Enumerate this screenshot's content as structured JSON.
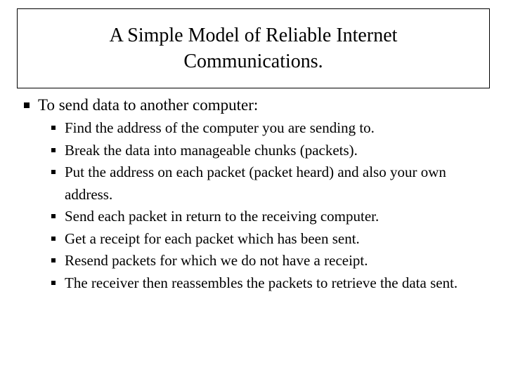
{
  "slide": {
    "title": {
      "lines": [
        "A Simple Model of Reliable Internet",
        "Communications."
      ]
    },
    "bullet_glyph": "square-bullet",
    "content": {
      "level1": {
        "text": "To send data to another computer:"
      },
      "level2": [
        {
          "text": "Find the address of the computer you are sending to."
        },
        {
          "text": "Break the data into manageable chunks (packets)."
        },
        {
          "text": "Put the address on each packet (packet heard) and also your own address."
        },
        {
          "text": "Send each packet in return to the receiving computer."
        },
        {
          "text": "Get a receipt for each packet which has been sent."
        },
        {
          "text": "Resend packets for which we do not have a receipt."
        },
        {
          "text": "The receiver then reassembles the packets to retrieve the data sent."
        }
      ]
    },
    "colors": {
      "text": "#000000",
      "background": "#ffffff",
      "border": "#000000"
    }
  }
}
